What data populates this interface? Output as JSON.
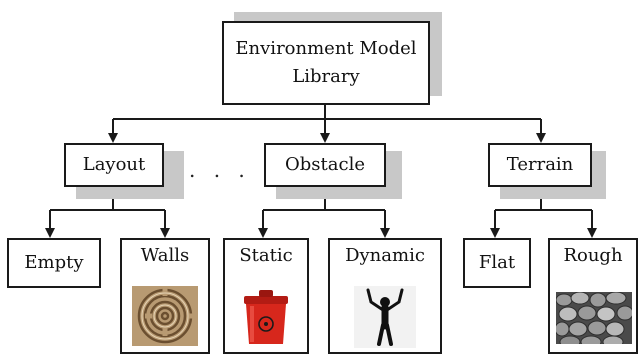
{
  "root": {
    "line1": "Environment Model",
    "line2": "Library"
  },
  "categories": {
    "layout": "Layout",
    "obstacle": "Obstacle",
    "terrain": "Terrain",
    "ellipsis": ". . ."
  },
  "leaves": {
    "empty": "Empty",
    "walls": "Walls",
    "static": "Static",
    "dynamic": "Dynamic",
    "flat": "Flat",
    "rough": "Rough"
  },
  "colors": {
    "line": "#1a1a1a",
    "shadow": "#c8c8c8",
    "bin_red": "#d7271c",
    "maze_tan": "#b89a72",
    "rocks_gray": "#7a7a7a"
  }
}
